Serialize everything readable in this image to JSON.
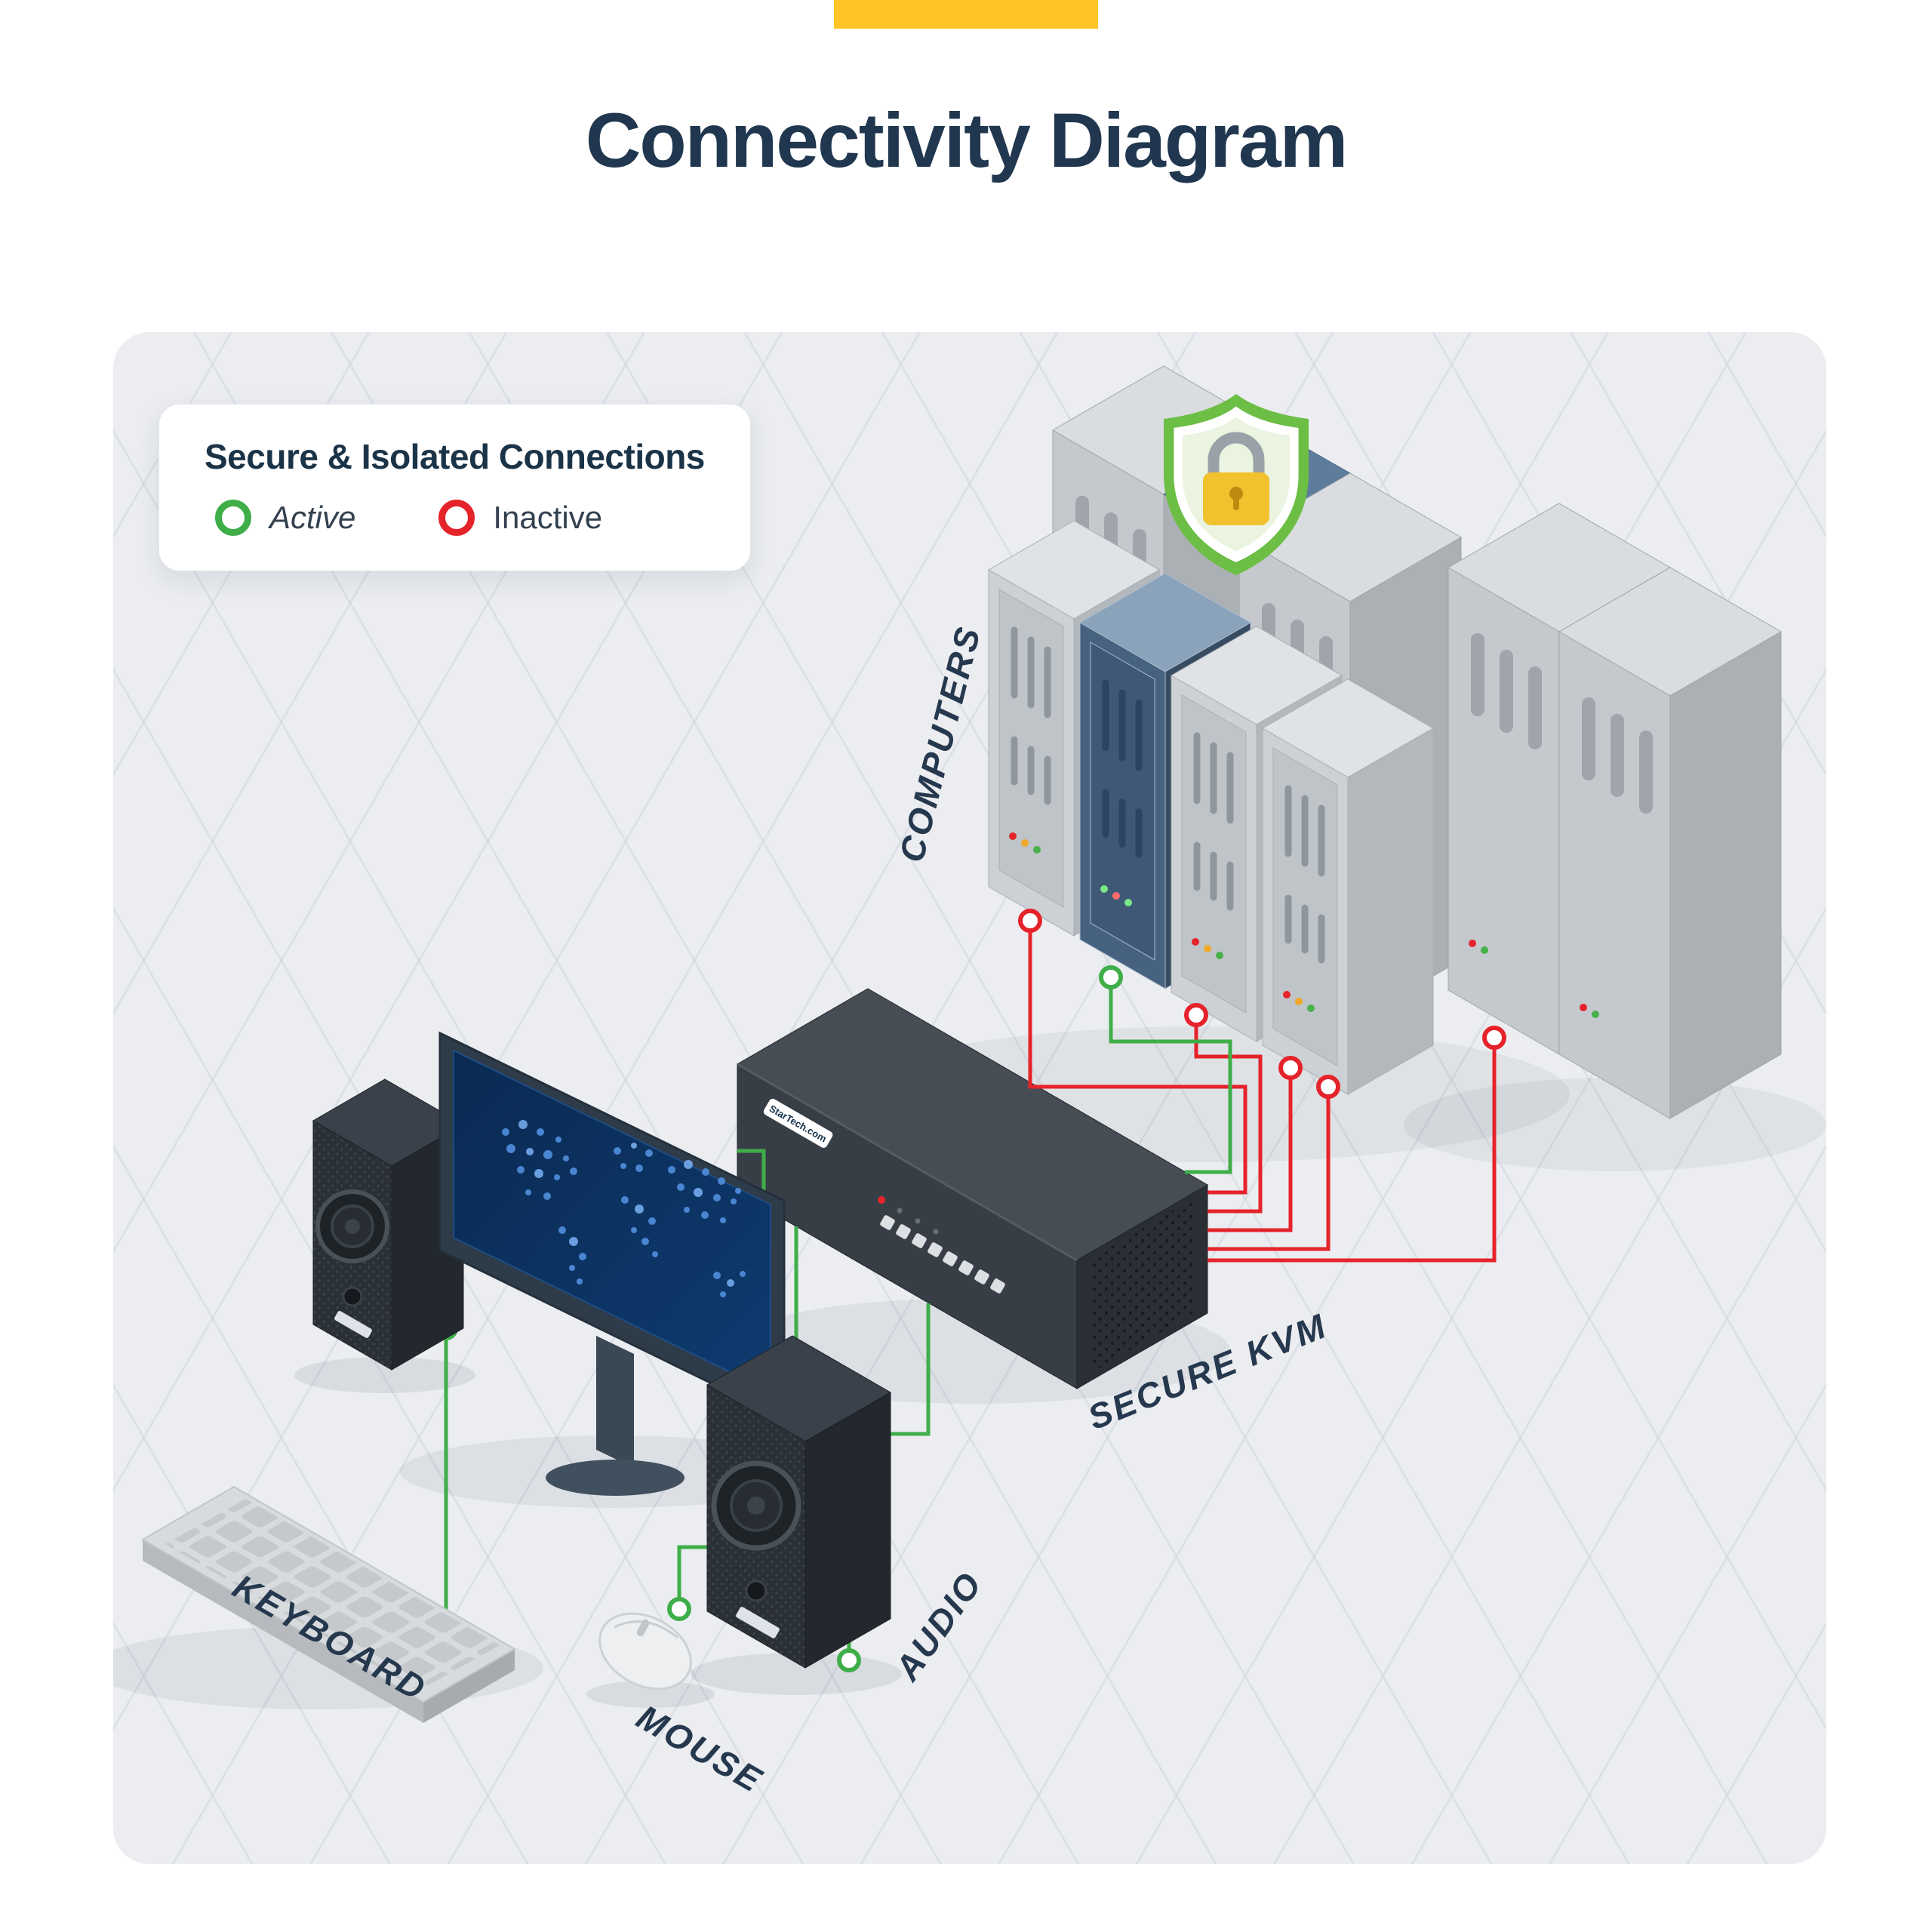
{
  "title": "Connectivity Diagram",
  "accent_bar": {
    "color": "#FFC425"
  },
  "legend": {
    "title": "Secure & Isolated Connections",
    "items": [
      {
        "label": "Active",
        "color": "#3FAE49"
      },
      {
        "label": "Inactive",
        "color": "#E5232B"
      }
    ]
  },
  "diagram": {
    "labels": {
      "computers": "COMPUTERS",
      "secure_kvm": "SECURE KVM",
      "keyboard": "KEYBOARD",
      "mouse": "MOUSE",
      "audio": "AUDIO"
    },
    "kvm_brand": "StarTech.com",
    "connections": {
      "active_color": "#3FAE49",
      "inactive_color": "#E5232B",
      "active_count": 1,
      "inactive_count": 5
    },
    "highlight": {
      "tower_color": "#46607E",
      "shield_color": "#6CBE45",
      "padlock_color": "#F2C12E"
    }
  }
}
